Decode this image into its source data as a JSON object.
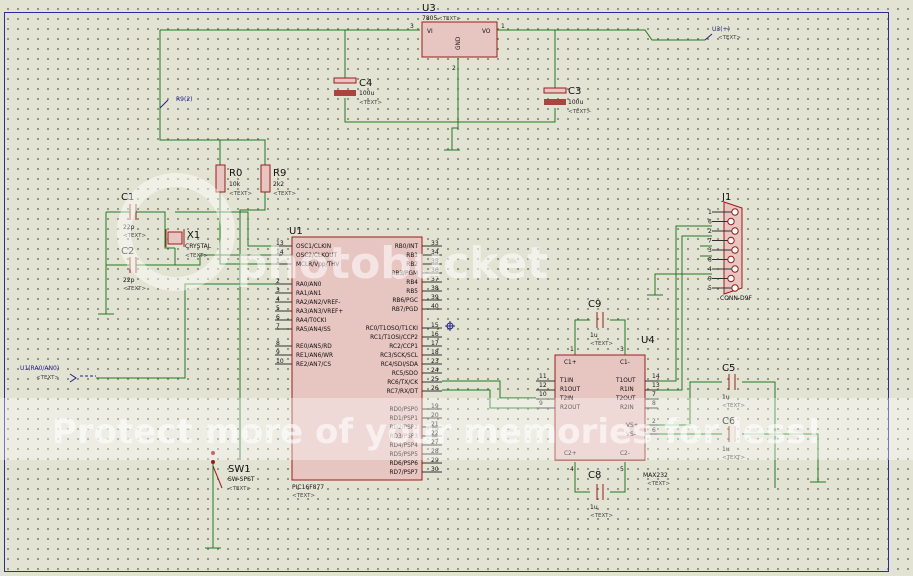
{
  "components": {
    "u3": {
      "ref": "U3",
      "value": "7805",
      "text": "<TEXT>",
      "pin_vi": "VI",
      "pin_vo": "VO",
      "pin_gnd": "GND",
      "pin1": "1",
      "pin2": "2",
      "pin3": "3"
    },
    "c4": {
      "ref": "C4",
      "value": "100u",
      "text": "<TEXT>"
    },
    "c3": {
      "ref": "C3",
      "value": "100u",
      "text": "<TEXT>"
    },
    "r0": {
      "ref": "R0",
      "value": "10k",
      "text": "<TEXT>"
    },
    "r9": {
      "ref": "R9",
      "value": "2k2",
      "text": "<TEXT>"
    },
    "c1": {
      "ref": "C1",
      "value": "22p",
      "text": "<TEXT>"
    },
    "c2": {
      "ref": "C2",
      "value": "22p",
      "text": "<TEXT>"
    },
    "x1": {
      "ref": "X1",
      "value": "CRYSTAL",
      "text": "<TEXT>"
    },
    "j1": {
      "ref": "J1",
      "value": "CONN-D9F",
      "pins": [
        "1",
        "6",
        "2",
        "7",
        "3",
        "8",
        "4",
        "9",
        "5"
      ]
    },
    "c9": {
      "ref": "C9",
      "value": "1u",
      "text": "<TEXT>"
    },
    "c8": {
      "ref": "C8",
      "value": "1u",
      "text": "<TEXT>"
    },
    "c5": {
      "ref": "C5",
      "value": "1u",
      "text": "<TEXT>"
    },
    "c6": {
      "ref": "C6",
      "value": "1u",
      "text": "<TEXT>"
    },
    "sw1": {
      "ref": "SW1",
      "value": "SW-SPST",
      "text": "<TEXT>"
    },
    "u4": {
      "ref": "U4",
      "value": "MAX232",
      "text": "<TEXT>"
    },
    "u1": {
      "ref": "U1",
      "value": "PIC16F877",
      "text": "<TEXT>"
    }
  },
  "labels": {
    "u3_out": "U3(+)",
    "u3_out_text": "<TEXT>",
    "r9_net": "R9(2)",
    "u1_ra0": "U1(RA0/AN0)",
    "u1_ra0_text": "<TEXT>"
  },
  "u1_left_pins": [
    {
      "num": "13",
      "name": "OSC1/CLKIN"
    },
    {
      "num": "14",
      "name": "OSC2/CLKOUT"
    },
    {
      "num": "1",
      "name": "MCLR/Vpp/THV"
    },
    {
      "num": "2",
      "name": "RA0/AN0"
    },
    {
      "num": "3",
      "name": "RA1/AN1"
    },
    {
      "num": "4",
      "name": "RA2/AN2/VREF-"
    },
    {
      "num": "5",
      "name": "RA3/AN3/VREF+"
    },
    {
      "num": "6",
      "name": "RA4/T0CKI"
    },
    {
      "num": "7",
      "name": "RA5/AN4/SS"
    },
    {
      "num": "8",
      "name": "RE0/AN5/RD"
    },
    {
      "num": "9",
      "name": "RE1/AN6/WR"
    },
    {
      "num": "10",
      "name": "RE2/AN7/CS"
    }
  ],
  "u1_right_pins": [
    {
      "num": "33",
      "name": "RB0/INT"
    },
    {
      "num": "34",
      "name": "RB1"
    },
    {
      "num": "35",
      "name": "RB2"
    },
    {
      "num": "36",
      "name": "RB3/PGM"
    },
    {
      "num": "37",
      "name": "RB4"
    },
    {
      "num": "38",
      "name": "RB5"
    },
    {
      "num": "39",
      "name": "RB6/PGC"
    },
    {
      "num": "40",
      "name": "RB7/PGD"
    },
    {
      "num": "15",
      "name": "RC0/T1OSO/T1CKI"
    },
    {
      "num": "16",
      "name": "RC1/T1OSI/CCP2"
    },
    {
      "num": "17",
      "name": "RC2/CCP1"
    },
    {
      "num": "18",
      "name": "RC3/SCK/SCL"
    },
    {
      "num": "23",
      "name": "RC4/SDI/SDA"
    },
    {
      "num": "24",
      "name": "RC5/SDO"
    },
    {
      "num": "25",
      "name": "RC6/TX/CK"
    },
    {
      "num": "26",
      "name": "RC7/RX/DT"
    },
    {
      "num": "19",
      "name": "RD0/PSP0"
    },
    {
      "num": "20",
      "name": "RD1/PSP1"
    },
    {
      "num": "21",
      "name": "RD2/PSP2"
    },
    {
      "num": "22",
      "name": "RD3/PSP3"
    },
    {
      "num": "27",
      "name": "RD4/PSP4"
    },
    {
      "num": "28",
      "name": "RD5/PSP5"
    },
    {
      "num": "29",
      "name": "RD6/PSP6"
    },
    {
      "num": "30",
      "name": "RD7/PSP7"
    }
  ],
  "u4_pins": {
    "c1p": "C1+",
    "c1n": "C1-",
    "t1in": "T1IN",
    "r1out": "R1OUT",
    "t2in": "T2IN",
    "r2out": "R2OUT",
    "t1out": "T1OUT",
    "r1in": "R1IN",
    "t2out": "T2OUT",
    "r2in": "R2IN",
    "vsp": "VS+",
    "vsn": "VS-",
    "c2p": "C2+",
    "c2n": "C2-",
    "n1": "1",
    "n3": "3",
    "n11": "11",
    "n12": "12",
    "n10": "10",
    "n9": "9",
    "n14": "14",
    "n13": "13",
    "n7": "7",
    "n8": "8",
    "n2": "2",
    "n6": "6",
    "n4": "4",
    "n5": "5"
  },
  "watermark": {
    "top": "photobucket",
    "bottom": "Protect more of your memories for less!"
  },
  "colors": {
    "wire": "#1f7a1f",
    "body": "#e7c5c1",
    "outline": "#9b1c1c",
    "border": "#2b2ba0",
    "label": "#20208a"
  }
}
